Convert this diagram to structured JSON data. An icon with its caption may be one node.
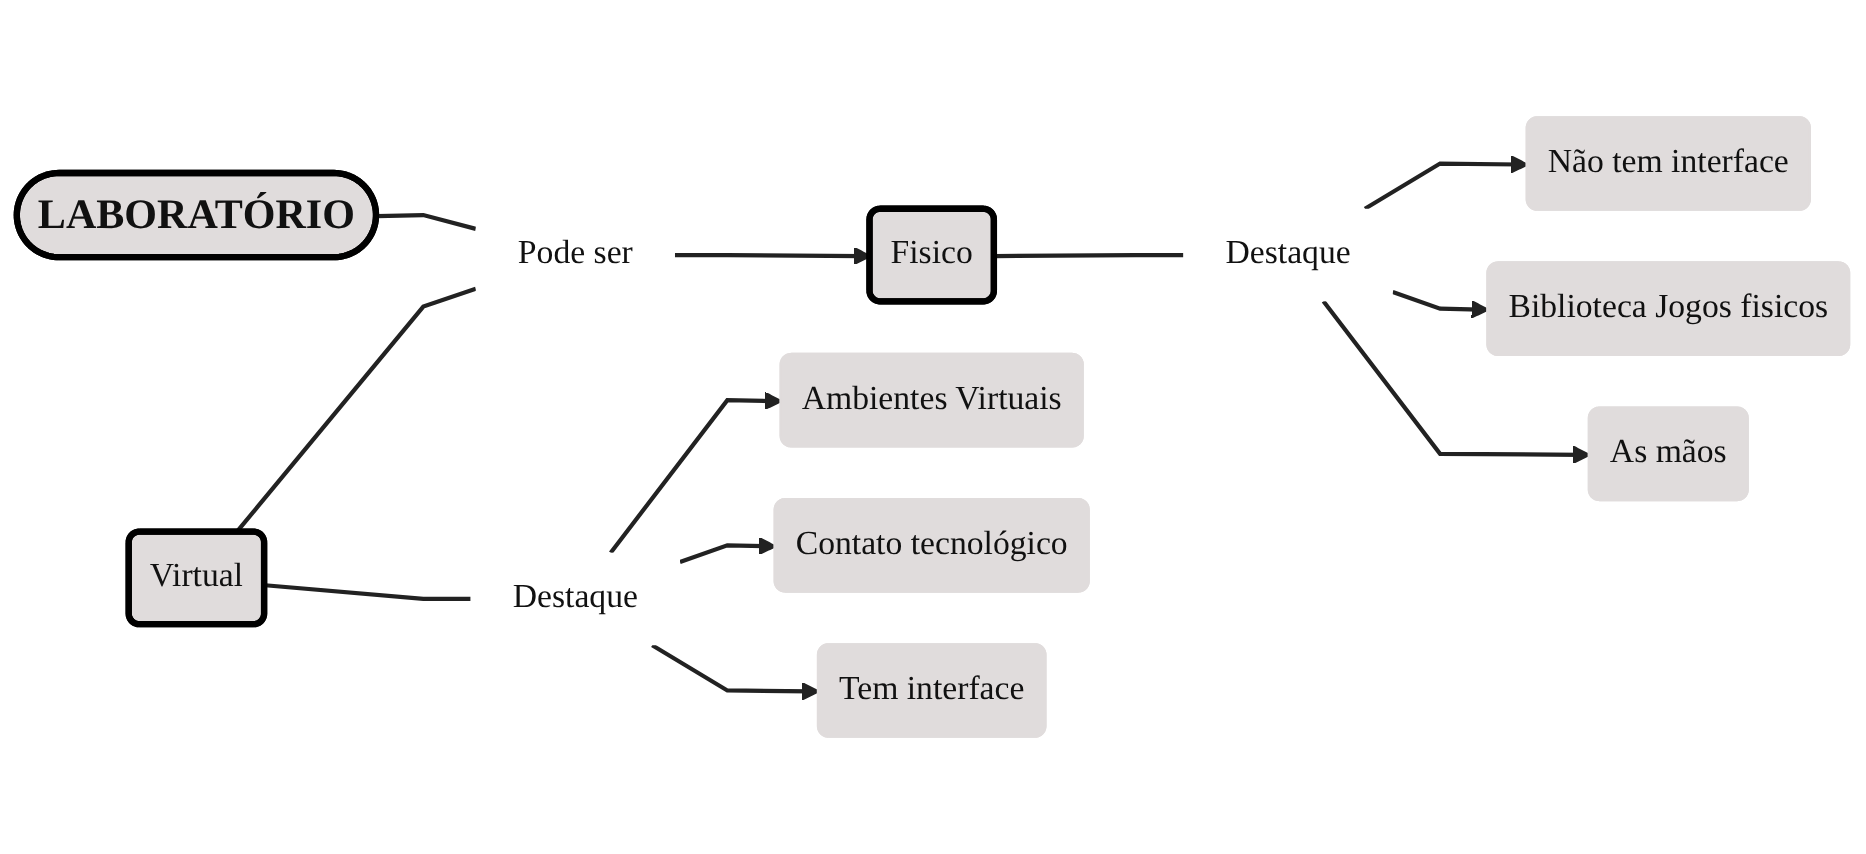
{
  "diagram": {
    "nodes": [
      {
        "text": [
          "LABORATÓRIO"
        ]
      },
      {
        "text": [
          "Pode ser"
        ]
      },
      {
        "text": [
          "Fisico"
        ]
      },
      {
        "text": [
          "Destaque"
        ]
      },
      {
        "text": [
          "Não tem interface"
        ]
      },
      {
        "text": [
          "Biblioteca Jogos fisicos"
        ]
      },
      {
        "text": [
          "As mãos"
        ]
      },
      {
        "text": [
          "Virtual"
        ]
      },
      {
        "text": [
          "Destaque"
        ]
      },
      {
        "text": [
          "Ambientes Virtuais"
        ]
      },
      {
        "text": [
          "Contato tecnológico"
        ]
      },
      {
        "text": [
          "Tem interface"
        ]
      }
    ],
    "edges": [
      {
        "from": 0,
        "to": 1,
        "arrow": "none"
      },
      {
        "from": 1,
        "to": 2,
        "arrow": "to"
      },
      {
        "from": 7,
        "to": 1,
        "arrow": "none"
      },
      {
        "from": 2,
        "to": 3,
        "arrow": "none"
      },
      {
        "from": 3,
        "to": 4,
        "arrow": "to"
      },
      {
        "from": 3,
        "to": 5,
        "arrow": "to"
      },
      {
        "from": 3,
        "to": 6,
        "arrow": "to"
      },
      {
        "from": 7,
        "to": 8,
        "arrow": "none"
      },
      {
        "from": 8,
        "to": 9,
        "arrow": "to"
      },
      {
        "from": 8,
        "to": 10,
        "arrow": "to"
      },
      {
        "from": 8,
        "to": 11,
        "arrow": "to"
      }
    ]
  }
}
